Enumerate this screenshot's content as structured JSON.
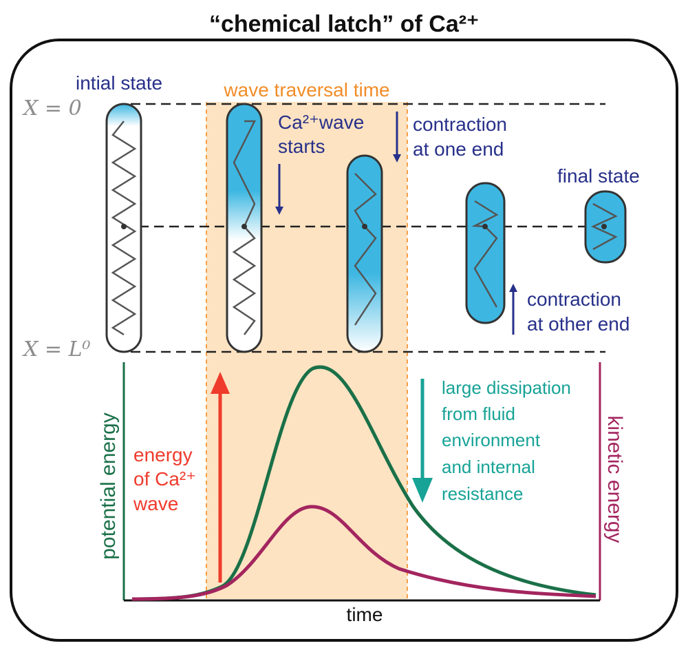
{
  "title": "“chemical latch” of Ca²⁺",
  "labels": {
    "initial_state": "intial state",
    "wave_traversal_time": "wave traversal time",
    "x_zero": "X = 0",
    "x_l0": "X = L⁰",
    "ca_wave_line1": "Ca²⁺wave",
    "ca_wave_line2": "starts",
    "contraction_one_end_line1": "contraction",
    "contraction_one_end_line2": "at one end",
    "final_state": "final state",
    "contraction_other_end_line1": "contraction",
    "contraction_other_end_line2": "at other end",
    "energy_ca_line1": "energy",
    "energy_ca_line2": "of Ca²⁺",
    "energy_ca_line3": "wave",
    "dissipation_line1": "large dissipation",
    "dissipation_line2": "from fluid",
    "dissipation_line3": "environment",
    "dissipation_line4": "and internal",
    "dissipation_line5": "resistance",
    "potential_energy": "potential energy",
    "kinetic_energy": "kinetic energy",
    "time": "time"
  },
  "colors": {
    "navy": "#27308a",
    "orange_text": "#f28c28",
    "orange_band": "#fde3c1",
    "red": "#ef3b2c",
    "teal": "#17a396",
    "green": "#1a7048",
    "magenta": "#a3255f",
    "cell_blue": "#3db7e2",
    "grey": "#8c8c8c"
  }
}
